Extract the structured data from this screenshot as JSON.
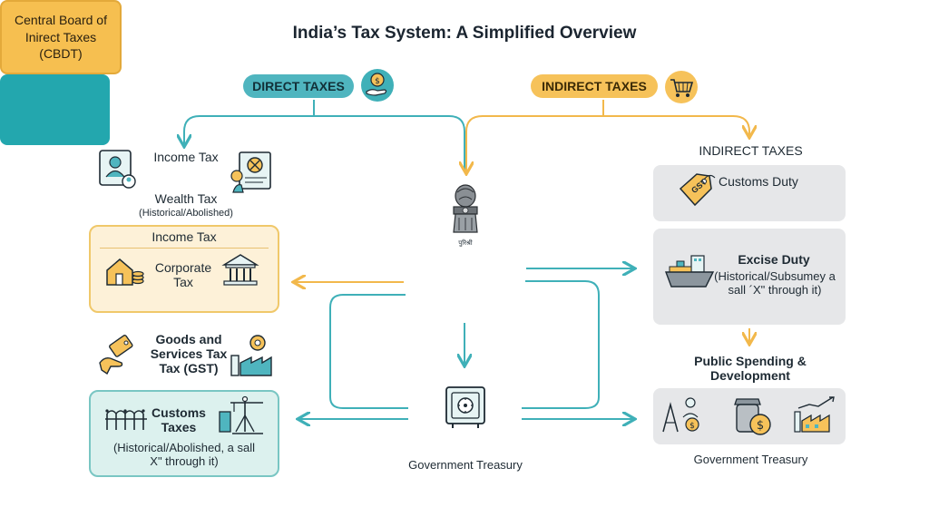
{
  "title": "India’s Tax System: A Simplified Overview",
  "top": {
    "direct_label": "DIRECT TAXES",
    "indirect_label": "INDIRECT TAXES"
  },
  "left": {
    "income_tax_item": "Income Tax",
    "wealth_tax_item": "Wealth Tax",
    "wealth_tax_note": "(Historical/Abolished)",
    "box_income": {
      "header": "Income Tax",
      "item": "Corporate Tax"
    },
    "gst_item": "Goods and Services Tax Tax (GST)",
    "box_customs": {
      "item": "Customs Taxes",
      "note": "(Historical/Abolished, a sall X\" through it)"
    }
  },
  "center": {
    "emblem_caption": "पुरिश्री",
    "cbdt_label": "Central Board of Inirect Taxes (CBDT)",
    "treasury_caption": "Government Treasury"
  },
  "right": {
    "indirect_header": "INDIRECT TAXES",
    "customs_duty": "Customs Duty",
    "excise": {
      "title": "Excise Duty",
      "note": "(Historical/Subsumey a sall ´X\" through it)"
    },
    "public_spending": "Public Spending & Development",
    "treasury_caption": "Government Treasury"
  },
  "icons": {
    "direct_taxes": "money-hand-icon",
    "indirect_taxes": "shopping-cart-icon",
    "income_tax": "id-card-icon",
    "wealth_tax": "certificate-icon",
    "corporate_left": "house-coins-icon",
    "corporate_right": "bank-building-icon",
    "gst_left": "hand-tag-icon",
    "gst_right": "factory-icon",
    "customs_left": "bridge-icon",
    "customs_right": "crane-icon",
    "emblem": "national-emblem-icon",
    "treasury": "safe-icon",
    "customs_duty": "price-tag-icon",
    "excise": "ship-icon",
    "spending_1": "infrastructure-icon",
    "spending_2": "coin-jar-icon",
    "spending_3": "industry-growth-icon"
  },
  "colors": {
    "teal": "#3fb0b8",
    "gold": "#f2b84b",
    "grey_box": "#e6e7e9",
    "dark_text": "#1e2a33"
  }
}
